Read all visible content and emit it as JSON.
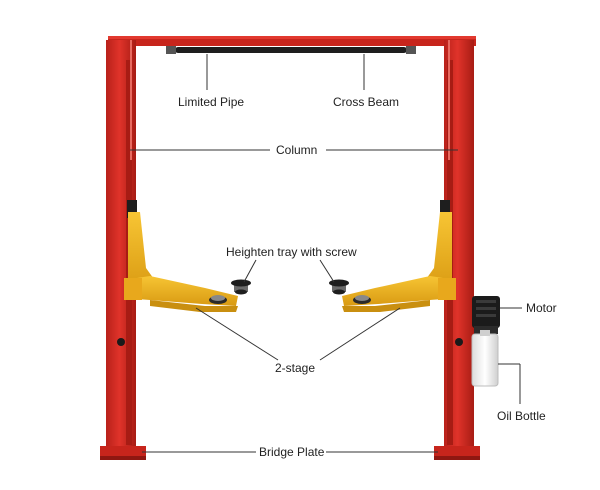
{
  "diagram": {
    "labels": {
      "limited_pipe": "Limited Pipe",
      "cross_beam": "Cross Beam",
      "column": "Column",
      "heighten_tray": "Heighten tray with screw",
      "two_stage": "2-stage",
      "motor": "Motor",
      "oil_bottle": "Oil Bottle",
      "bridge_plate": "Bridge Plate"
    },
    "colors": {
      "column_red": "#d42a1f",
      "column_dark": "#a71c14",
      "arm_yellow": "#f0b51c",
      "arm_dark": "#c98f10",
      "pad_black": "#1e1e1e",
      "motor_black": "#1b1b1b",
      "bottle_white": "#f2f2f2",
      "leader_line": "#333333"
    },
    "icons": [
      "two-post-lift-illustration",
      "hydraulic-motor-icon",
      "oil-bottle-icon"
    ]
  }
}
